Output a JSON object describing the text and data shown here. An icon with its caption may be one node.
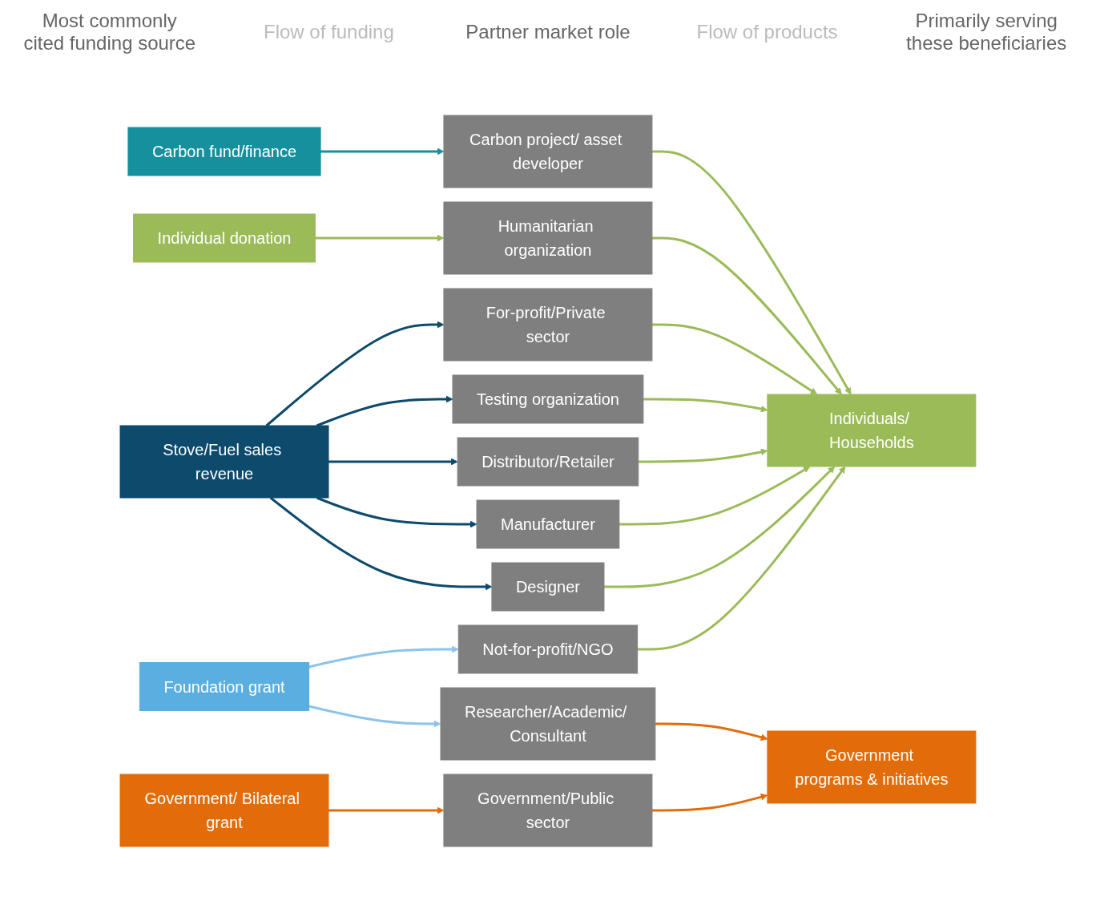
{
  "diagram": {
    "nodes": [
      {
        "text": [
          "Stove/Fuel sales revenue"
        ]
      },
      {
        "text": [
          "Foundation grant"
        ]
      },
      {
        "text": [
          "Individual donation"
        ]
      },
      {
        "text": [
          "Carbon fund/finance"
        ]
      },
      {
        "text": [
          "Government/ Bilateral grant"
        ]
      },
      {
        "text": [
          "Designer"
        ]
      },
      {
        "text": [
          "Manufacturer"
        ]
      },
      {
        "text": [
          "Distributor/Retailer"
        ]
      },
      {
        "text": [
          "Testing organization"
        ]
      },
      {
        "text": [
          "For-profit/Private sector"
        ]
      },
      {
        "text": [
          "Researcher/Academic/ Consultant"
        ]
      },
      {
        "text": [
          "Not-for-profit/NGO"
        ]
      },
      {
        "text": [
          "Humanitarian organization"
        ]
      },
      {
        "text": [
          "Carbon project/ asset developer"
        ]
      },
      {
        "text": [
          "Government/Public sector"
        ]
      },
      {
        "text": [
          "Individuals/ Households"
        ]
      },
      {
        "text": [
          "Government programs & initiatives"
        ]
      }
    ],
    "edges": [
      {
        "from": 0,
        "to": 5,
        "arrow": "to",
        "color": "#0d4a6b"
      },
      {
        "from": 0,
        "to": 6,
        "arrow": "to",
        "color": "#0d4a6b"
      },
      {
        "from": 0,
        "to": 7,
        "arrow": "to",
        "color": "#0d4a6b"
      },
      {
        "from": 0,
        "to": 8,
        "arrow": "to",
        "color": "#0d4a6b"
      },
      {
        "from": 0,
        "to": 9,
        "arrow": "to",
        "color": "#0d4a6b"
      },
      {
        "from": 1,
        "to": 10,
        "arrow": "to",
        "color": "#8cc4ea"
      },
      {
        "from": 1,
        "to": 11,
        "arrow": "to",
        "color": "#8cc4ea"
      },
      {
        "from": 2,
        "to": 12,
        "arrow": "to"
      },
      {
        "from": 3,
        "to": 13,
        "arrow": "to",
        "color": "#17909e"
      },
      {
        "from": 4,
        "to": 14,
        "arrow": "to",
        "color": "#e36c0a"
      },
      {
        "from": 5,
        "to": 15,
        "arrow": "to"
      },
      {
        "from": 6,
        "to": 15,
        "arrow": "to"
      },
      {
        "from": 7,
        "to": 15,
        "arrow": "to"
      },
      {
        "from": 8,
        "to": 15,
        "arrow": "to"
      },
      {
        "from": 9,
        "to": 15,
        "arrow": "to"
      },
      {
        "from": 10,
        "to": 16,
        "arrow": "to",
        "color": "#e36c0a"
      },
      {
        "from": 11,
        "to": 15,
        "arrow": "to"
      },
      {
        "from": 12,
        "to": 15,
        "arrow": "to"
      },
      {
        "from": 13,
        "to": 15,
        "arrow": "to"
      },
      {
        "from": 14,
        "to": 16,
        "arrow": "to",
        "color": "#e36c0a"
      }
    ],
    "labels": [
      "Most commonly cited funding source",
      "Flow of funding",
      "Partner market role",
      "Flow of products",
      "Primarily serving these beneficiaries"
    ]
  }
}
